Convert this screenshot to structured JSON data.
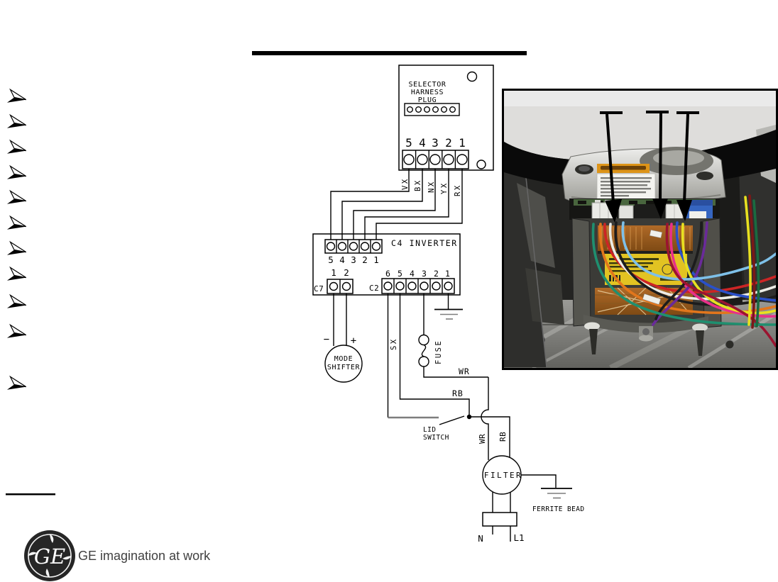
{
  "page": {
    "bg": "#ffffff"
  },
  "header": {
    "divider_bar_color": "#000000"
  },
  "bullets": {
    "count": 11,
    "style": "arrowhead"
  },
  "diagram": {
    "line_color": "#000000",
    "gray_line_color": "#7d7d7d",
    "selector_plug": {
      "title": [
        "SELECTOR",
        "HARNESS",
        "PLUG"
      ],
      "pin_numbers": [
        "5",
        "4",
        "3",
        "2",
        "1"
      ]
    },
    "selector_wire_labels": [
      "VX",
      "BX",
      "NX",
      "YX",
      "RX"
    ],
    "inverter": {
      "label": "C4 INVERTER",
      "c4_pins": [
        "5",
        "4",
        "3",
        "2",
        "1"
      ],
      "c7": {
        "label": "C7",
        "pins": [
          "1",
          "2"
        ]
      },
      "c2": {
        "label": "C2",
        "pins": [
          "6",
          "5",
          "4",
          "3",
          "2",
          "1"
        ]
      }
    },
    "mode_shifter": {
      "minus": "−",
      "plus": "+",
      "name": [
        "MODE",
        "SHIFTER"
      ]
    },
    "labels": {
      "sx": "SX",
      "fuse": "FUSE",
      "wr": "WR",
      "rb": "RB",
      "lid_switch": [
        "LID",
        "SWITCH"
      ],
      "filter": "FILTER",
      "ferrite_bead": "FERRITE BEAD",
      "neutral": "N",
      "line1": "L1"
    }
  },
  "photo": {
    "caption_arrow_count": 3,
    "frame_color": "#000000",
    "panel_color": "#dedddb",
    "cover_color": "#d6d6d2",
    "warning_strip_color": "#dd9418",
    "motor_label_color": "#e2c322",
    "connector_blue": "#3565c0",
    "copper_color": "#a96628",
    "wire_colors": [
      "#cc2525",
      "#ecece6",
      "#1c1c1c",
      "#e2761c",
      "#e8308a",
      "#2a50c8",
      "#6a2a9a",
      "#e8e020",
      "#7ec0e8",
      "#9a1430",
      "#1f8f6f",
      "#1a6b40",
      "#7a1818"
    ]
  },
  "footer": {
    "monogram": "GE",
    "tagline": "GE imagination at work"
  }
}
